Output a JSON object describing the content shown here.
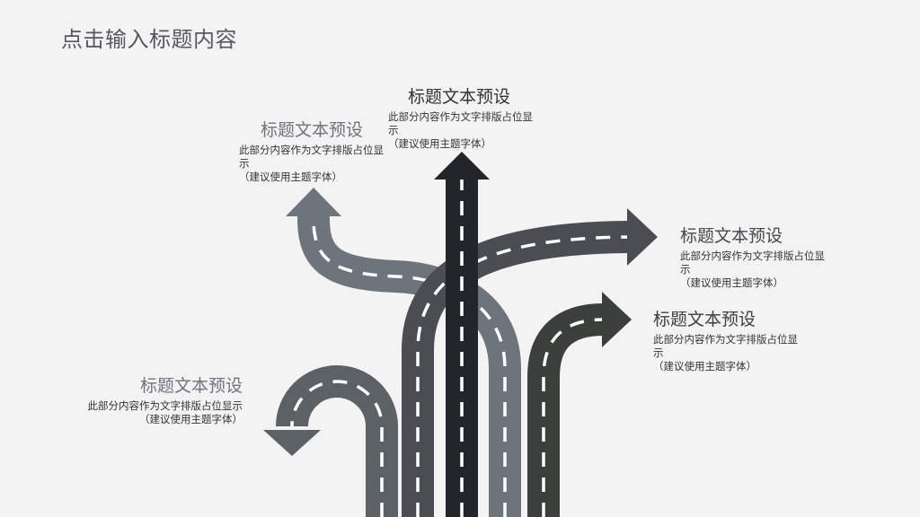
{
  "page": {
    "title": "点击输入标题内容"
  },
  "labels": [
    {
      "id": "top-center",
      "heading": "标题文本预设",
      "description": "此部分内容作为文字排版占位显示",
      "note": "（建议使用主题字体）",
      "heading_color": "#2f3337"
    },
    {
      "id": "upper-left",
      "heading": "标题文本预设",
      "description": "此部分内容作为文字排版占位显示",
      "note": "（建议使用主题字体）",
      "heading_color": "#6d747b"
    },
    {
      "id": "right-upper",
      "heading": "标题文本预设",
      "description": "此部分内容作为文字排版占位显示",
      "note": "（建议使用主题字体）",
      "heading_color": "#45494d"
    },
    {
      "id": "right-lower",
      "heading": "标题文本预设",
      "description": "此部分内容作为文字排版占位显示",
      "note": "（建议使用主题字体）",
      "heading_color": "#3b403d"
    },
    {
      "id": "lower-left",
      "heading": "标题文本预设",
      "description": "此部分内容作为文字排版占位显示",
      "note": "（建议使用主题字体）",
      "heading_color": "#6d747b"
    }
  ],
  "roads": {
    "center_straight": "#22262a",
    "right_upper": "#4a4e53",
    "upper_left": "#6d747b",
    "right_lower": "#3b403d",
    "lower_left": "#5c6166",
    "lane_marking": "#ffffff"
  }
}
